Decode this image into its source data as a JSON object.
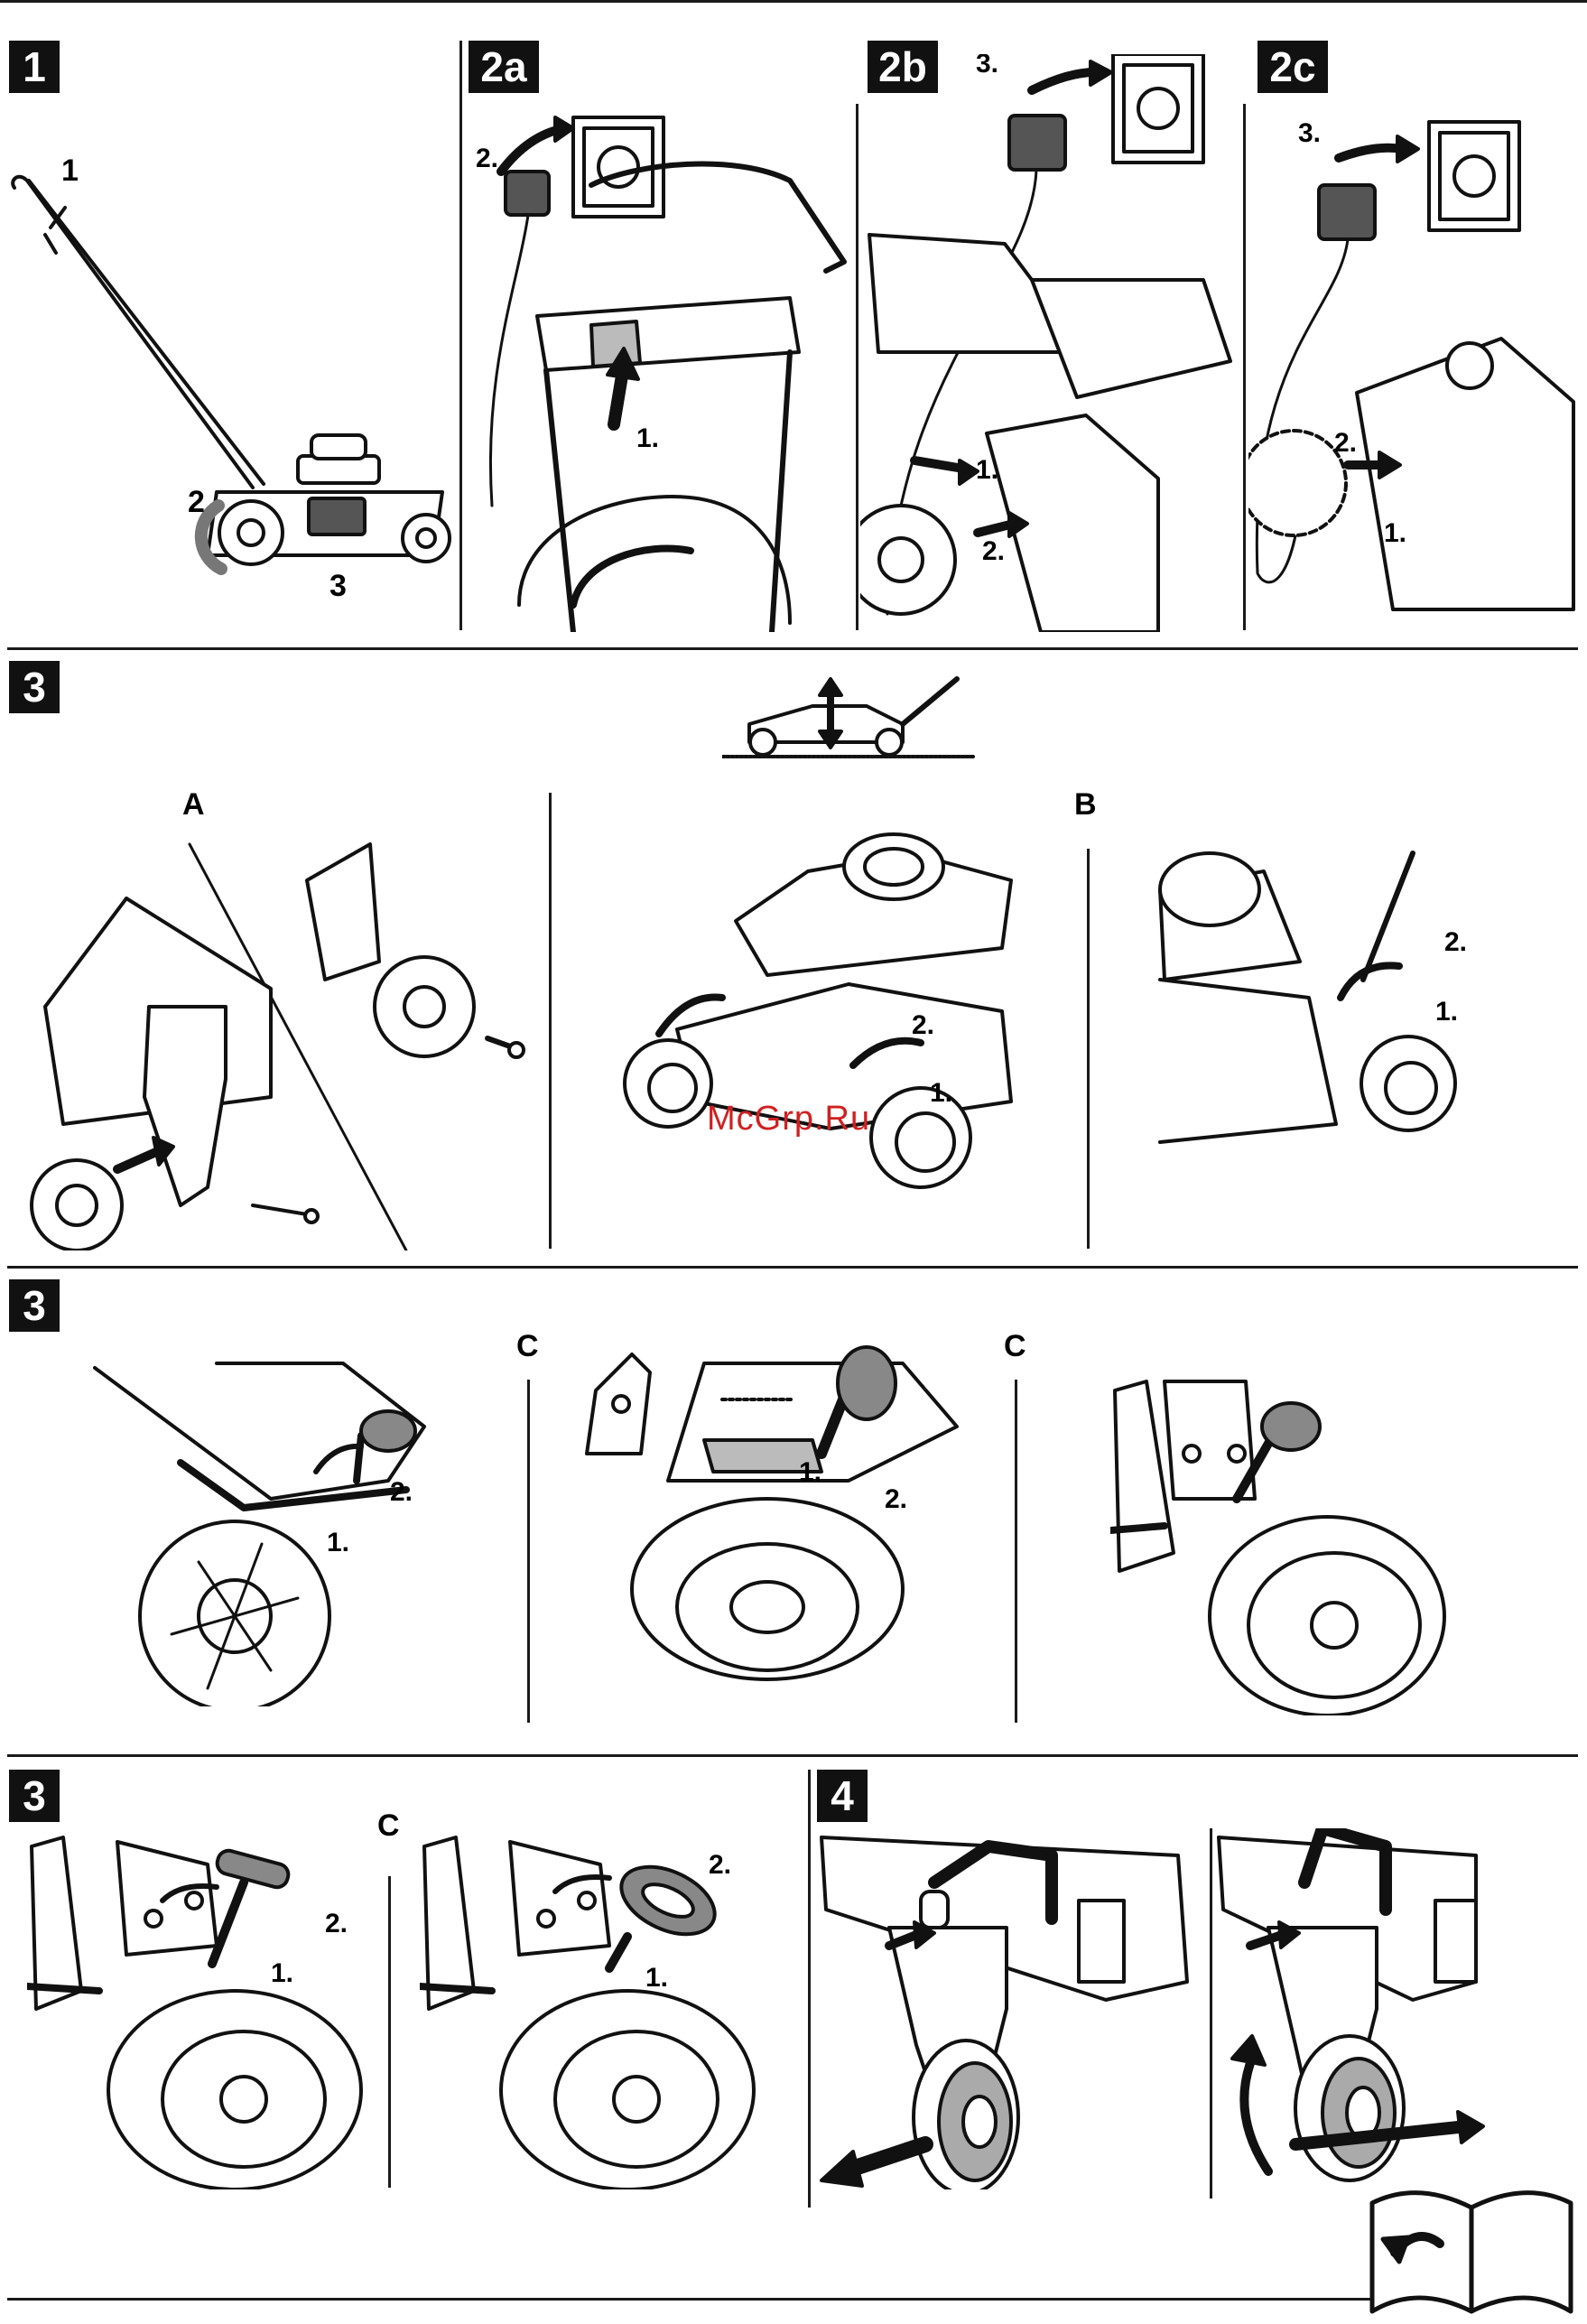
{
  "badges": {
    "b1": "1",
    "b2a": "2a",
    "b2b": "2b",
    "b2c": "2c",
    "b3a": "3",
    "b3b": "3",
    "b3c": "3",
    "b4": "4"
  },
  "letters": {
    "A": "A",
    "B": "B",
    "C1": "C",
    "C2": "C",
    "C3": "C"
  },
  "step_labels": {
    "s1": "1.",
    "s2": "2.",
    "s3": "3."
  },
  "part_labels": {
    "p1": "1",
    "p2": "2",
    "p3": "3"
  },
  "watermark": "McGrp.Ru",
  "colors": {
    "ink": "#111111",
    "gray": "#9a9a9a",
    "light": "#e2e2e2",
    "watermark": "#d02020"
  }
}
